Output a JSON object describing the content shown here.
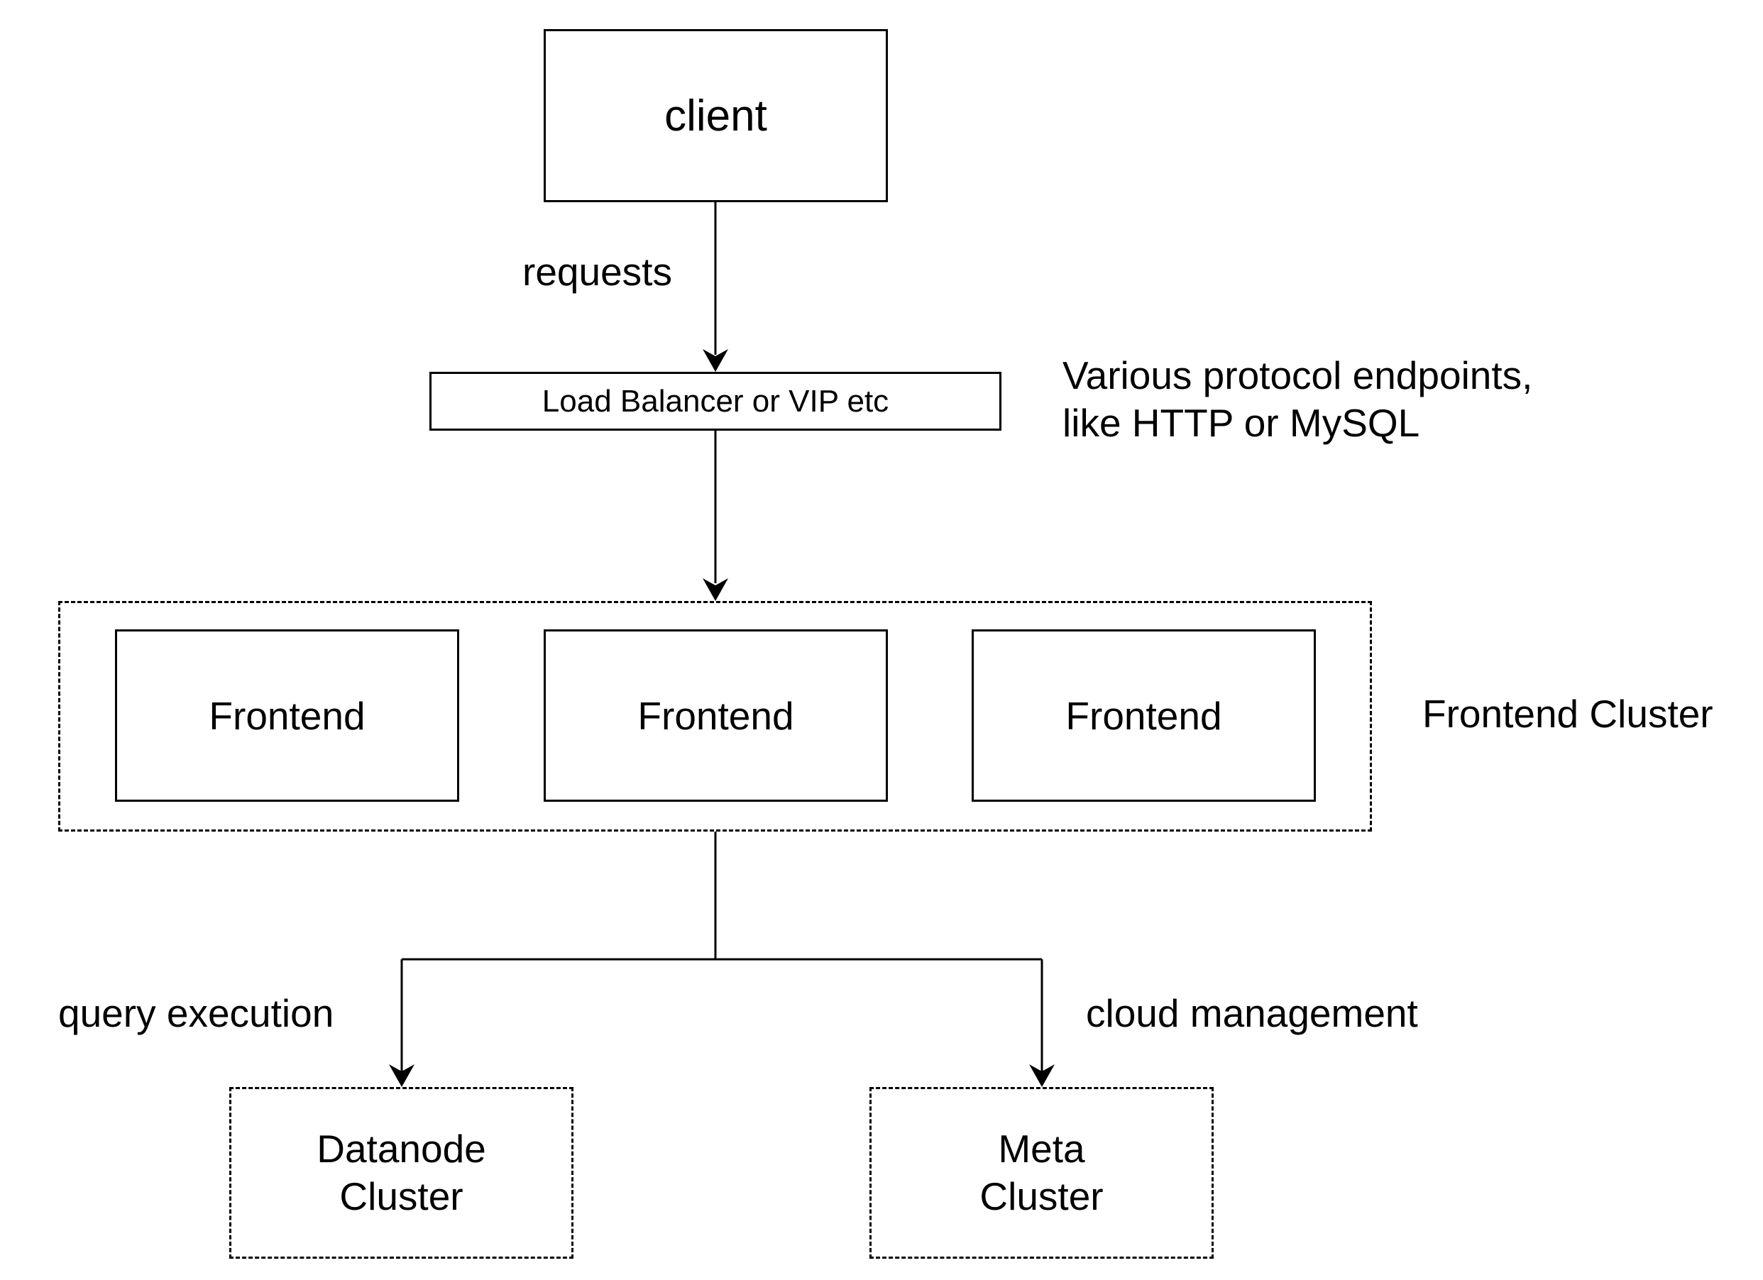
{
  "nodes": {
    "client": "client",
    "load_balancer": "Load Balancer or VIP etc",
    "frontends": [
      "Frontend",
      "Frontend",
      "Frontend"
    ],
    "datanode_cluster": [
      "Datanode",
      "Cluster"
    ],
    "meta_cluster": [
      "Meta",
      "Cluster"
    ]
  },
  "labels": {
    "requests": "requests",
    "protocol_endpoints": [
      "Various protocol endpoints,",
      "like HTTP or MySQL"
    ],
    "frontend_cluster": "Frontend Cluster",
    "query_execution": "query execution",
    "cloud_management": "cloud management"
  },
  "style": {
    "stroke": "#000000",
    "background": "#ffffff"
  }
}
